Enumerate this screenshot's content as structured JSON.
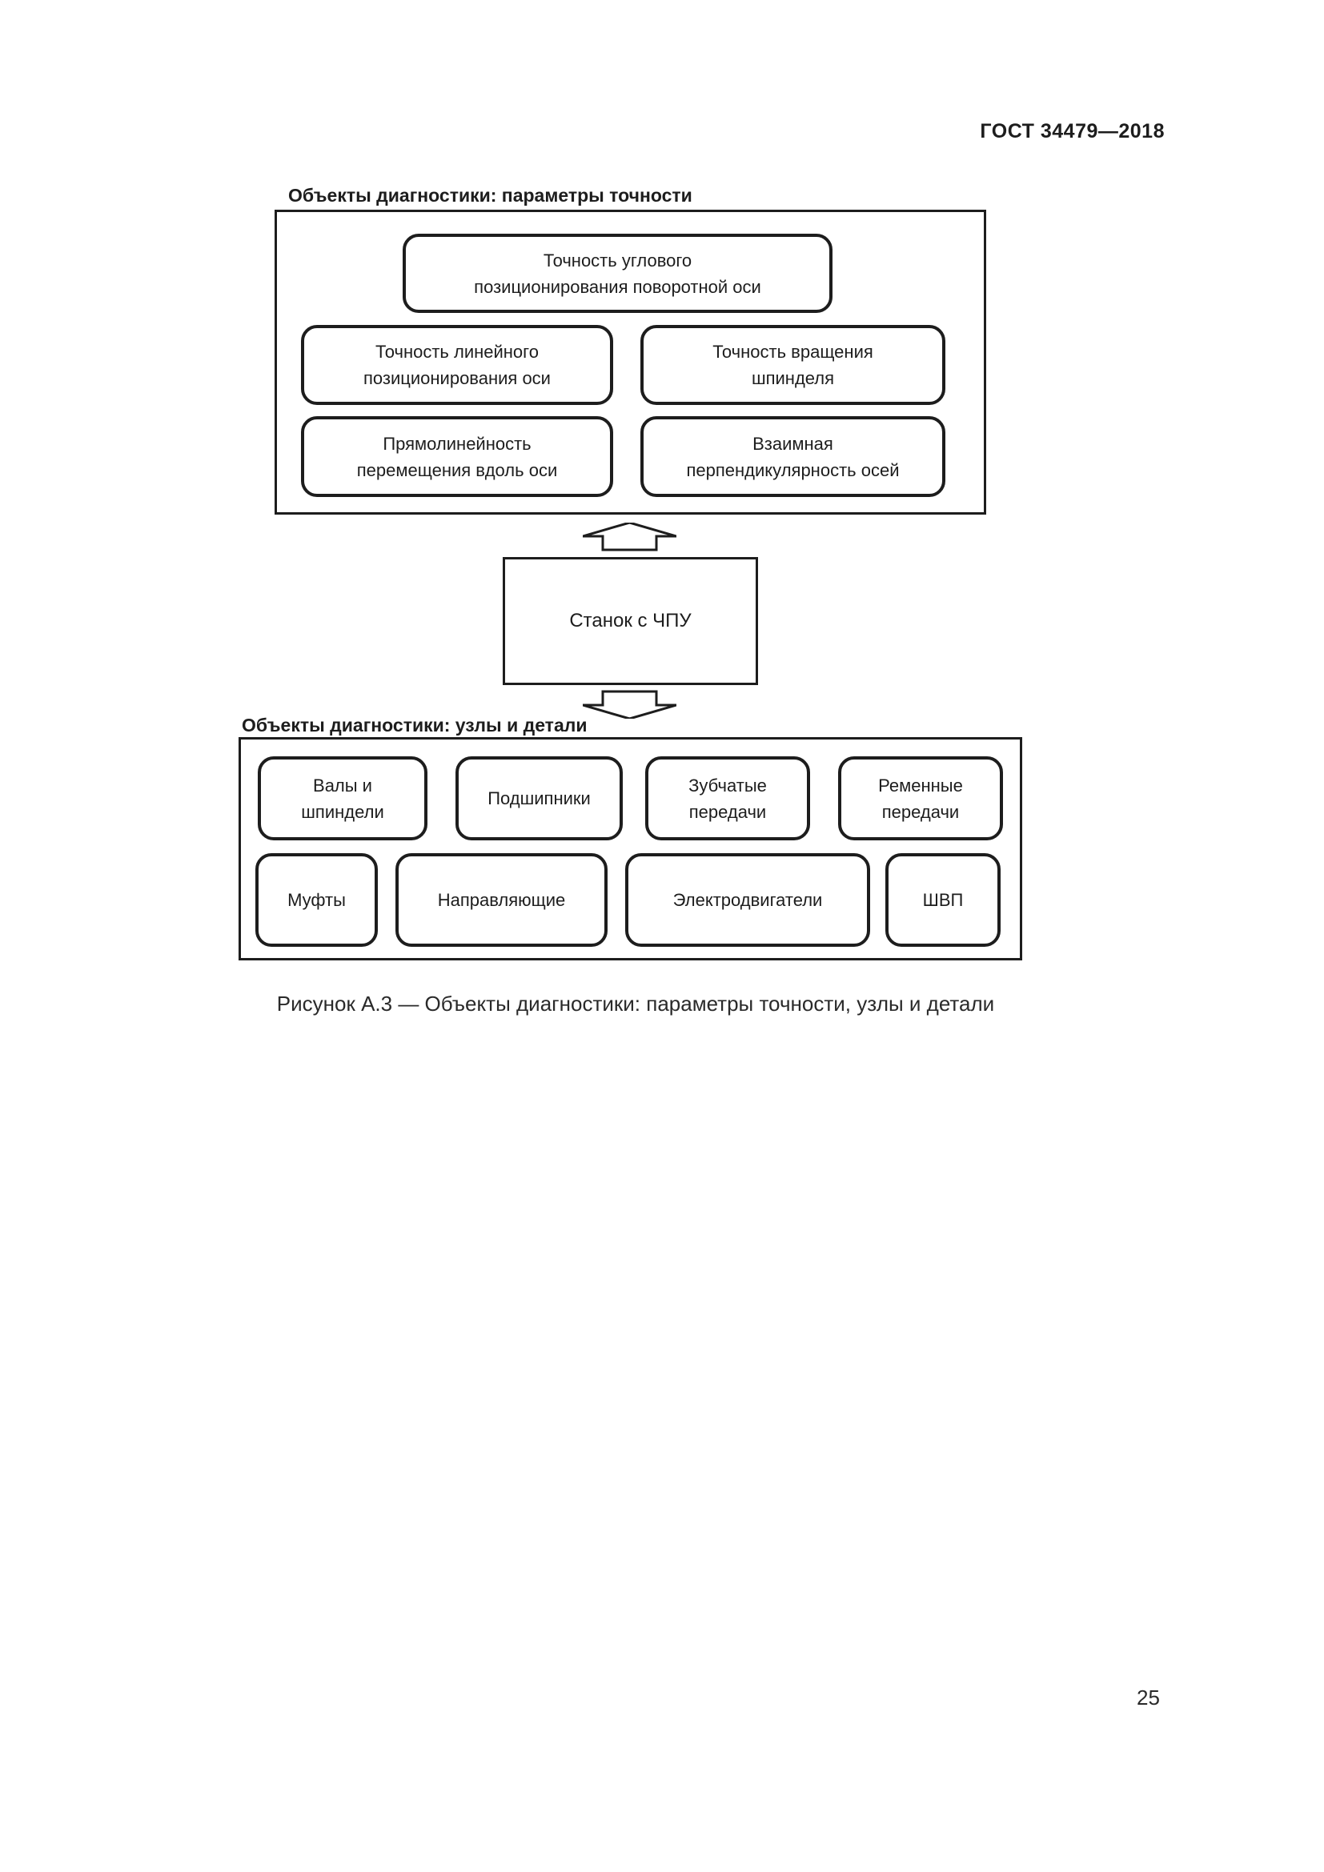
{
  "header": {
    "standard": "ГОСТ 34479—2018"
  },
  "figure": {
    "caption": "Рисунок А.3 — Объекты диагностики: параметры точности, узлы и детали",
    "accuracy_section": {
      "label": "Объекты диагностики: параметры точности",
      "box_angular": "Точность углового\nпозиционирования поворотной оси",
      "box_linear": "Точность линейного\nпозиционирования оси",
      "box_spindle": "Точность вращения\nшпинделя",
      "box_straightness": "Прямолинейность\nперемещения вдоль оси",
      "box_perpendicularity": "Взаимная\nперпендикулярность осей"
    },
    "machine": {
      "label": "Станок с ЧПУ"
    },
    "units_section": {
      "label": "Объекты диагностики: узлы и детали",
      "box_shafts": "Валы и\nшпиндели",
      "box_bearings": "Подшипники",
      "box_gears": "Зубчатые\nпередачи",
      "box_belts": "Ременные\nпередачи",
      "box_couplings": "Муфты",
      "box_guides": "Направляющие",
      "box_motors": "Электродвигатели",
      "box_ballscrew": "ШВП"
    }
  },
  "footer": {
    "page_number": "25"
  },
  "colors": {
    "ink": "#1d1d1d",
    "paper": "#ffffff"
  }
}
